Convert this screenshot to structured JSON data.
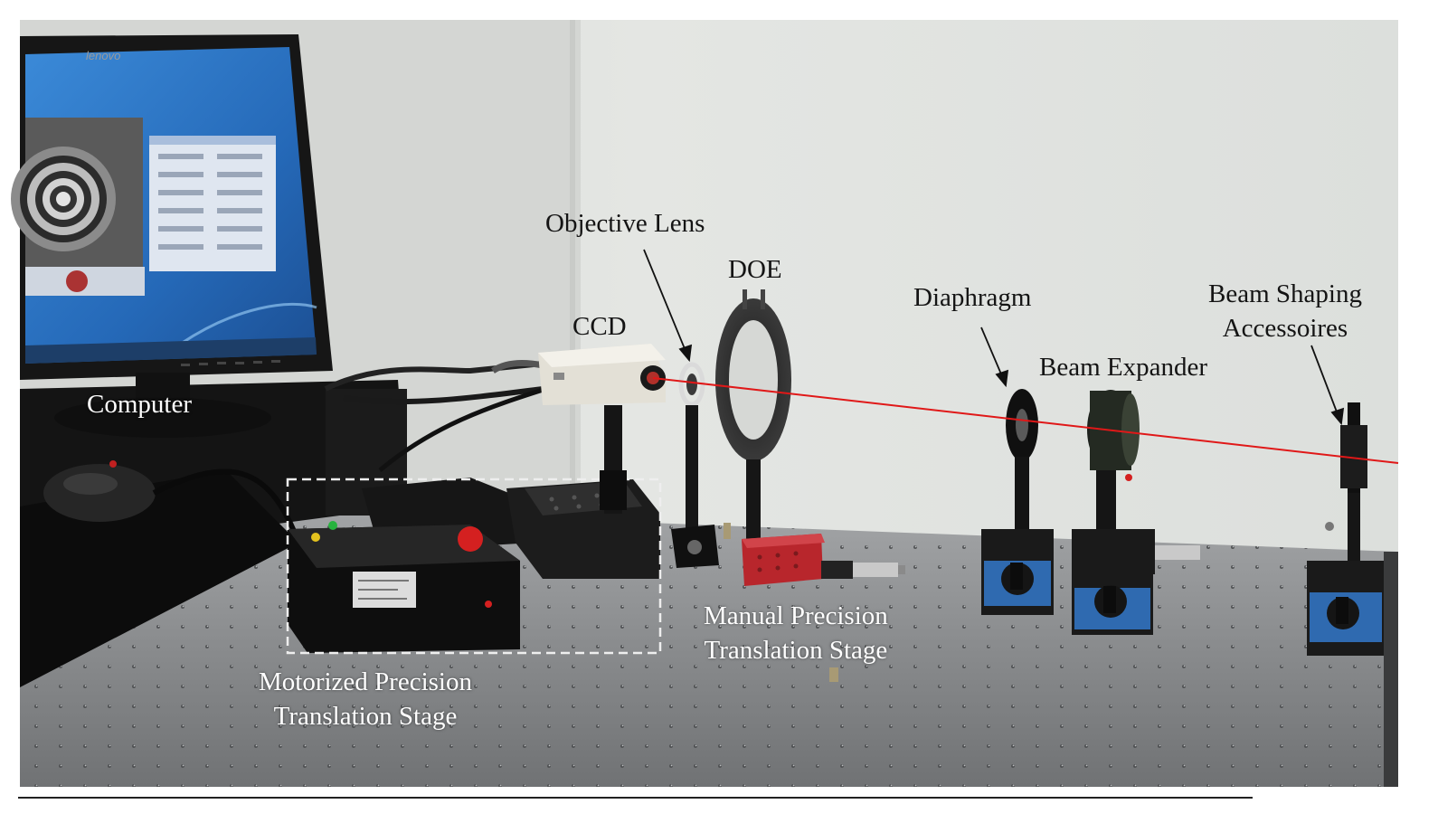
{
  "labels": {
    "computer": "Computer",
    "ccd": "CCD",
    "objective_lens": "Objective Lens",
    "doe": "DOE",
    "diaphragm": "Diaphragm",
    "beam_expander": "Beam Expander",
    "beam_shaping_line1": "Beam Shaping",
    "beam_shaping_line2": "Accessoires",
    "manual_stage_line1": "Manual Precision",
    "manual_stage_line2": "Translation Stage",
    "motorized_stage_line1": "Motorized Precision",
    "motorized_stage_line2": "Translation Stage"
  },
  "monitor_brand": "lenovo",
  "colors": {
    "laser": "#e01818",
    "wall": "#e3e5e2",
    "table": "#8a8c8e",
    "equipment": "#111111",
    "stage_red": "#b8262c",
    "magnetic_base_blue": "#2f6ab0",
    "screen_blue": "#2e78c8"
  }
}
